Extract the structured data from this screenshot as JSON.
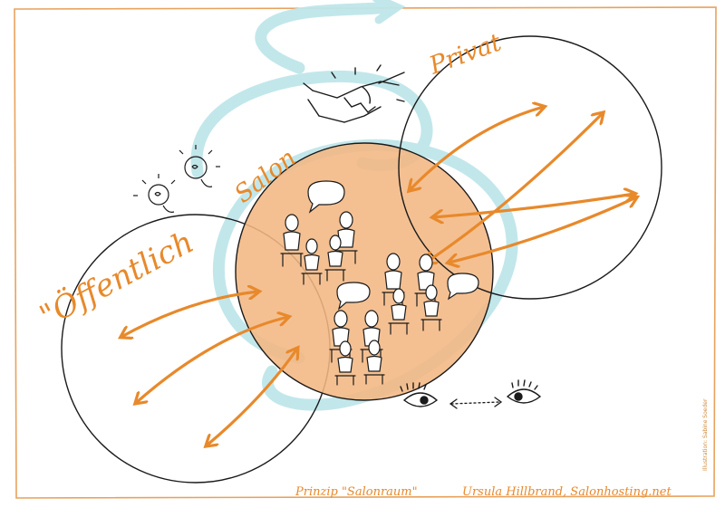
{
  "labels": {
    "oeffentlich": "\"Öffentlich",
    "salon": "Salon",
    "privat": "Privat"
  },
  "footer": {
    "prinzip": "Prinzip \"Salonraum\"",
    "author": "Ursula Hillbrand, Salonhosting.net"
  },
  "side_credit": "Illustration: Sabine Soeder",
  "colors": {
    "accent": "#e8892b",
    "salon_fill": "#f2b783",
    "swirl": "#bfe6ea",
    "ink": "#1a1a1a",
    "frame": "#e8a25c"
  },
  "icons": [
    "handshake-icon",
    "lightbulb-icon",
    "eye-icon",
    "speech-bubble-icon",
    "people-icon"
  ]
}
